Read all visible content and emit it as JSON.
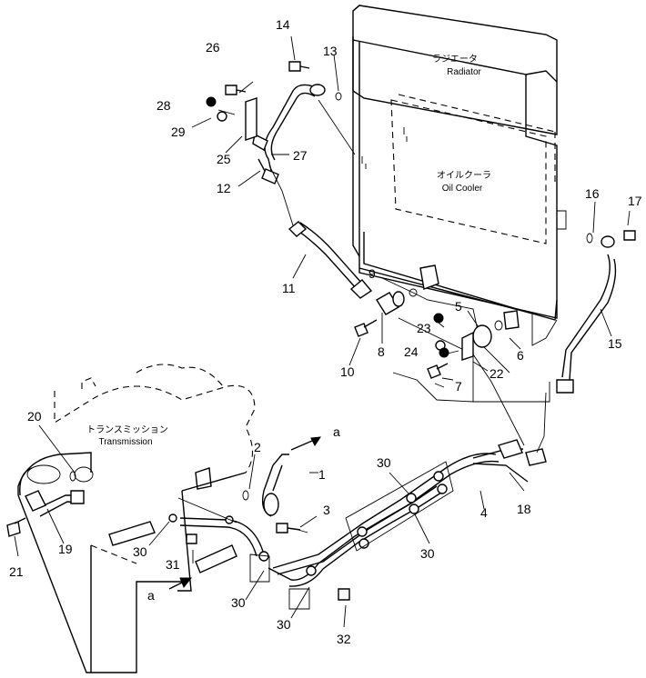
{
  "labels": {
    "radiator_jp": "ラジエータ",
    "radiator_en": "Radiator",
    "oil_cooler_jp": "オイルクーラ",
    "oil_cooler_en": "Oil Cooler",
    "transmission_jp": "トランスミッション",
    "transmission_en": "Transmission",
    "view_ref": "a"
  },
  "callouts": [
    "1",
    "2",
    "3",
    "4",
    "5",
    "6",
    "7",
    "8",
    "9",
    "10",
    "11",
    "12",
    "13",
    "14",
    "15",
    "16",
    "17",
    "18",
    "19",
    "20",
    "21",
    "22",
    "23",
    "24",
    "25",
    "26",
    "27",
    "28",
    "29",
    "30",
    "31",
    "32"
  ]
}
